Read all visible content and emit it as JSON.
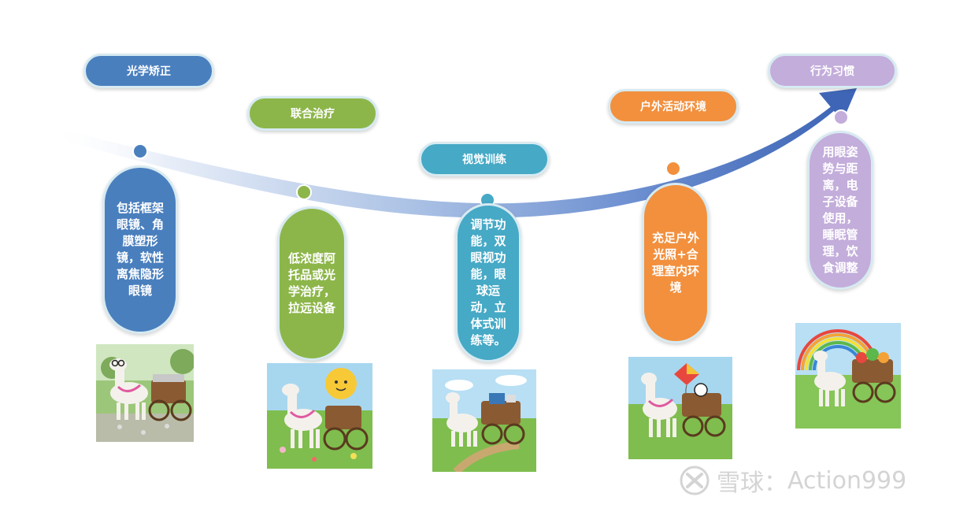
{
  "stages": [
    {
      "title": "光学矫正",
      "description": "包括框架眼镜、角膜塑形镜，软性离焦隐形眼镜",
      "color": "#4a7fbe",
      "image": "horse-carriage-glasses"
    },
    {
      "title": "联合治疗",
      "description": "低浓度阿托品或光学治疗，拉远设备",
      "color": "#8db64a",
      "image": "horse-carriage-sun"
    },
    {
      "title": "视觉训练",
      "description": "调节功能，双眼视功能，眼球运动，立体式训练等。",
      "color": "#46a9c6",
      "image": "horse-carriage-devices"
    },
    {
      "title": "户外活动环境",
      "description": "充足户外光照+合理室内环境",
      "color": "#f2903e",
      "image": "horse-carriage-kite"
    },
    {
      "title": "行为习惯",
      "description": "用眼姿势与距离，电子设备使用，睡眠管理，饮食调整",
      "color": "#c3addb",
      "image": "horse-carriage-rainbow"
    }
  ],
  "watermark": {
    "brand": "雪球",
    "separator": "：",
    "user": "Action999"
  }
}
